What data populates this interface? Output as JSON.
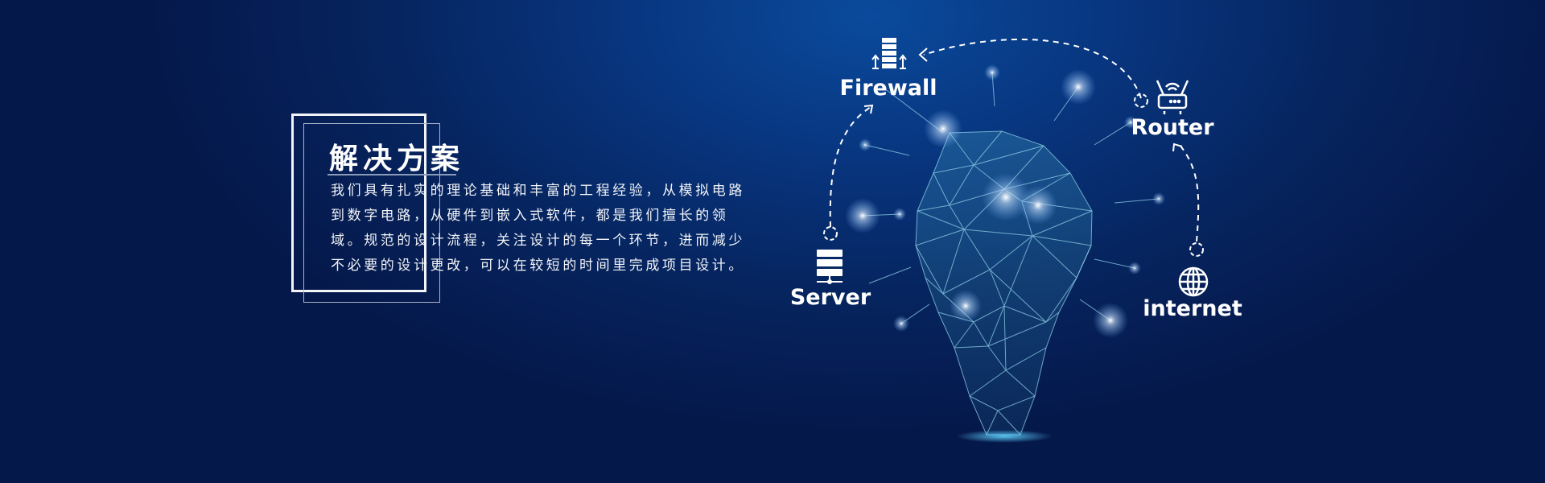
{
  "section": {
    "title": "解决方案",
    "description": "我们具有扎实的理论基础和丰富的工程经验，从模拟电路到数字电路，从硬件到嵌入式软件，都是我们擅长的领域。规范的设计流程，关注设计的每一个环节，进而减少不必要的设计更改，可以在较短的时间里完成项目设计。"
  },
  "diagram": {
    "nodes": [
      {
        "label": "Firewall",
        "icon": "firewall-icon"
      },
      {
        "label": "Router",
        "icon": "router-icon"
      },
      {
        "label": "Server",
        "icon": "server-icon"
      },
      {
        "label": "internet",
        "icon": "globe-icon"
      }
    ]
  },
  "colors": {
    "background": "#062560",
    "accent": "#0a4a9c",
    "mesh": "#8fd0e8"
  }
}
